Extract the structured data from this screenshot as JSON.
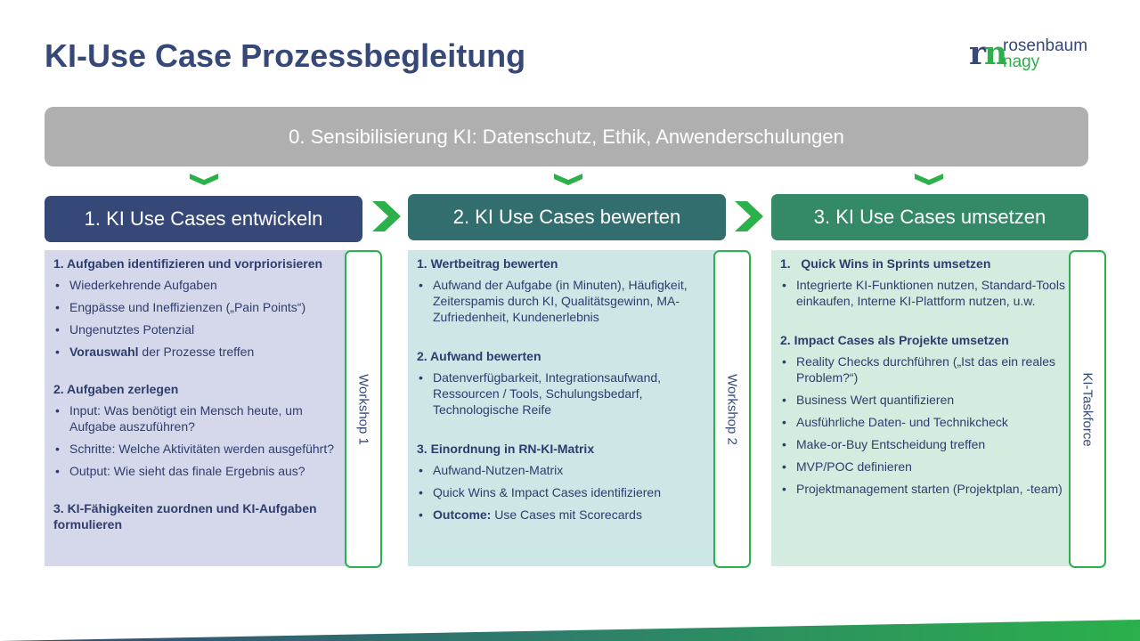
{
  "title": "KI-Use Case Prozessbegleitung",
  "logo": {
    "mark_n": "r",
    "mark_r": "n",
    "line1": "rosenbaum",
    "line2": "nagy"
  },
  "banner": "0. Sensibilisierung KI: Datenschutz, Ethik, Anwenderschulungen",
  "steps": [
    {
      "label": "1. KI Use Cases entwickeln"
    },
    {
      "label": "2. KI Use Cases bewerten"
    },
    {
      "label": "3. KI Use Cases umsetzen"
    }
  ],
  "workshops": [
    "Workshop 1",
    "Workshop 2",
    "KI-Taskforce"
  ],
  "col1": {
    "sec1": "1. Aufgaben identifizieren und vorpriorisieren",
    "sec1_items": [
      "Wiederkehrende Aufgaben",
      "Engpässe und Ineffizienzen („Pain Points“)",
      "Ungenutztes Potenzial"
    ],
    "sec1_last_bold": "Vorauswahl",
    "sec1_last_rest": " der Prozesse treffen",
    "sec2": "2. Aufgaben zerlegen",
    "sec2_items": [
      "Input: Was benötigt ein Mensch heute, um Aufgabe auszuführen?",
      "Schritte: Welche Aktivitäten werden ausgeführt?",
      "Output: Wie sieht das finale Ergebnis aus?"
    ],
    "sec3": "3. KI-Fähigkeiten zuordnen und KI-Aufgaben formulieren"
  },
  "col2": {
    "sec1": "1. Wertbeitrag bewerten",
    "sec1_items": [
      "Aufwand der Aufgabe (in Minuten), Häufigkeit, Zeiterspamis durch KI, Qualitätsgewinn, MA-Zufriedenheit, Kundenerlebnis"
    ],
    "sec2": "2. Aufwand bewerten",
    "sec2_items": [
      "Datenverfügbarkeit, Integrationsaufwand, Ressourcen / Tools, Schulungsbedarf, Technologische Reife"
    ],
    "sec3": "3. Einordnung in RN-KI-Matrix",
    "sec3_items": [
      "Aufwand-Nutzen-Matrix",
      "Quick Wins & Impact Cases identifizieren"
    ],
    "sec3_last_bold": "Outcome:",
    "sec3_last_rest": " Use Cases mit Scorecards"
  },
  "col3": {
    "sec1": "1.   Quick Wins in Sprints umsetzen",
    "sec1_items": [
      "Integrierte KI-Funktionen nutzen, Standard-Tools einkaufen, Interne KI-Plattform nutzen, u.w."
    ],
    "sec2": "2. Impact Cases als Projekte umsetzen",
    "sec2_items": [
      "Reality Checks durchführen („Ist das ein reales Problem?“)",
      "Business Wert quantifizieren",
      "Ausführliche Daten- und Technikcheck",
      "Make-or-Buy Entscheidung treffen",
      "MVP/POC definieren",
      "Projektmanagement starten (Projektplan, -team)"
    ]
  },
  "colors": {
    "navy": "#364878",
    "teal": "#336e6f",
    "green": "#348a66",
    "accent_green": "#2bb04b",
    "gray": "#afafaf"
  }
}
